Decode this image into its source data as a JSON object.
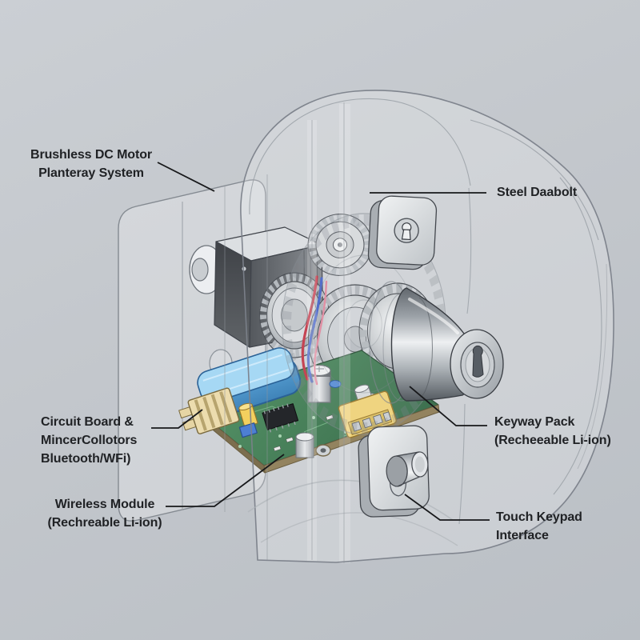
{
  "labels": {
    "motor": {
      "line1": "Brushless DC Motor",
      "line2": "Planteray System"
    },
    "deadbolt": {
      "line1": "Steel Daabolt"
    },
    "circuit": {
      "line1": "Circuit Board &",
      "line2": "MincerCollotors",
      "line3": "Bluetooth/WFi)"
    },
    "keyway": {
      "line1": "Keyway Pack",
      "line2": "(Recheeable Li-ion)"
    },
    "wireless": {
      "line1": "Wireless Module",
      "line2": "(Rechreable Li-ion)"
    },
    "keypad": {
      "line1": "Touch Keypad",
      "line2": "Interface"
    }
  },
  "colors": {
    "background": "#c4c8cd",
    "label_text": "#202225",
    "leader_line": "#17181a",
    "housing_outline": "#7b818a",
    "pcb_green": "#4f8f60",
    "pcb_edge_tan": "#93835f",
    "module_blue": "#8ecbef",
    "connector_cream": "#ecdcae",
    "connector_yellow": "#eed27a",
    "capacitor_silver": "#d6d9dc",
    "wire_red": "#c23a4a",
    "wire_blue": "#4a66c8",
    "wire_pink": "#e08aa0",
    "motor_dark": "#55585c",
    "steel_light": "#eef0f2",
    "steel_dark": "#545a60"
  }
}
